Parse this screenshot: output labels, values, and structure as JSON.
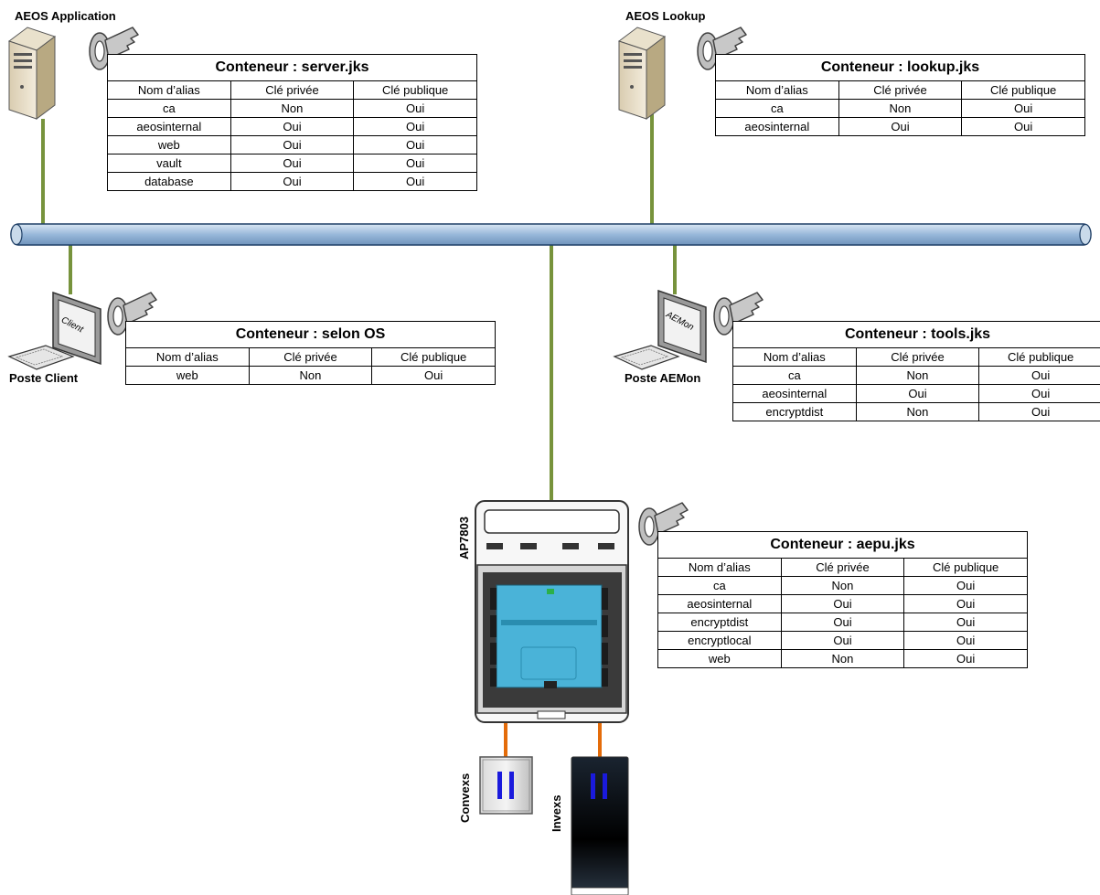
{
  "nodes": {
    "app_server": {
      "label": "AEOS Application"
    },
    "lookup_server": {
      "label": "AEOS Lookup"
    },
    "client": {
      "label": "Poste Client",
      "screen_text": "Client"
    },
    "aemon": {
      "label": "Poste AEMon",
      "screen_text": "AEMon"
    },
    "controller": {
      "label": "AP7803"
    },
    "convexs": {
      "label": "Convexs"
    },
    "invexs": {
      "label": "Invexs"
    }
  },
  "headers": {
    "alias": "Nom d’alias",
    "private": "Clé privée",
    "public": "Clé publique"
  },
  "keystores": {
    "server": {
      "title": "Conteneur : server.jks",
      "rows": [
        [
          "ca",
          "Non",
          "Oui"
        ],
        [
          "aeosinternal",
          "Oui",
          "Oui"
        ],
        [
          "web",
          "Oui",
          "Oui"
        ],
        [
          "vault",
          "Oui",
          "Oui"
        ],
        [
          "database",
          "Oui",
          "Oui"
        ]
      ]
    },
    "lookup": {
      "title": "Conteneur : lookup.jks",
      "rows": [
        [
          "ca",
          "Non",
          "Oui"
        ],
        [
          "aeosinternal",
          "Oui",
          "Oui"
        ]
      ]
    },
    "client": {
      "title": "Conteneur : selon OS",
      "rows": [
        [
          "web",
          "Non",
          "Oui"
        ]
      ]
    },
    "tools": {
      "title": "Conteneur : tools.jks",
      "rows": [
        [
          "ca",
          "Non",
          "Oui"
        ],
        [
          "aeosinternal",
          "Oui",
          "Oui"
        ],
        [
          "encryptdist",
          "Non",
          "Oui"
        ]
      ]
    },
    "aepu": {
      "title": "Conteneur : aepu.jks",
      "rows": [
        [
          "ca",
          "Non",
          "Oui"
        ],
        [
          "aeosinternal",
          "Oui",
          "Oui"
        ],
        [
          "encryptdist",
          "Oui",
          "Oui"
        ],
        [
          "encryptlocal",
          "Oui",
          "Oui"
        ],
        [
          "web",
          "Non",
          "Oui"
        ]
      ]
    }
  },
  "colors": {
    "network_link": "#77933c",
    "serial_link": "#e46c0a",
    "bus_fill": "#a9c4e0",
    "bus_stroke": "#1f3f66",
    "board": "#4ab3d8",
    "reader_slot": "#1a1adc"
  }
}
